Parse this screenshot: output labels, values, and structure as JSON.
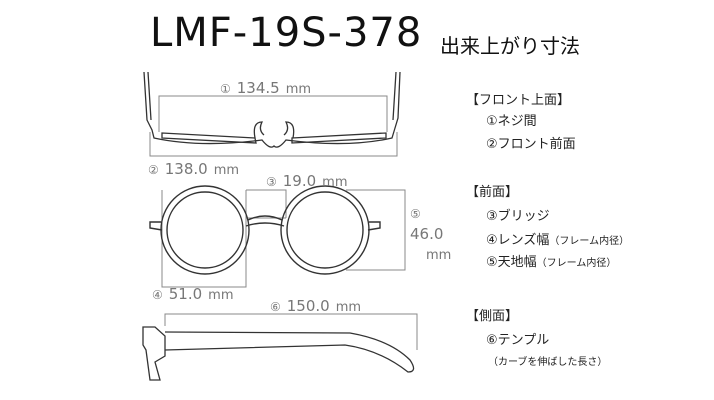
{
  "title": "LMF-19S-378",
  "subtitle": "出来上がり寸法",
  "dimensions": [
    {
      "num": "①",
      "value": "134.5",
      "unit": "mm"
    },
    {
      "num": "②",
      "value": "138.0",
      "unit": "mm"
    },
    {
      "num": "③",
      "value": "19.0",
      "unit": "mm"
    },
    {
      "num": "④",
      "value": "51.0",
      "unit": "mm"
    },
    {
      "num": "⑤",
      "value": "46.0",
      "unit": "mm"
    },
    {
      "num": "⑥",
      "value": "150.0",
      "unit": "mm"
    }
  ],
  "legend": {
    "front_top": {
      "heading": "【フロント上面】",
      "items": [
        "①ネジ間",
        "②フロント前面"
      ]
    },
    "front": {
      "heading": "【前面】",
      "items": [
        "③ブリッジ",
        "④レンズ幅",
        "⑤天地幅"
      ],
      "note": "（フレーム内径）"
    },
    "side": {
      "heading": "【側面】",
      "items": [
        "⑥テンプル"
      ],
      "note": "（カーブを伸ばした長さ）"
    }
  }
}
